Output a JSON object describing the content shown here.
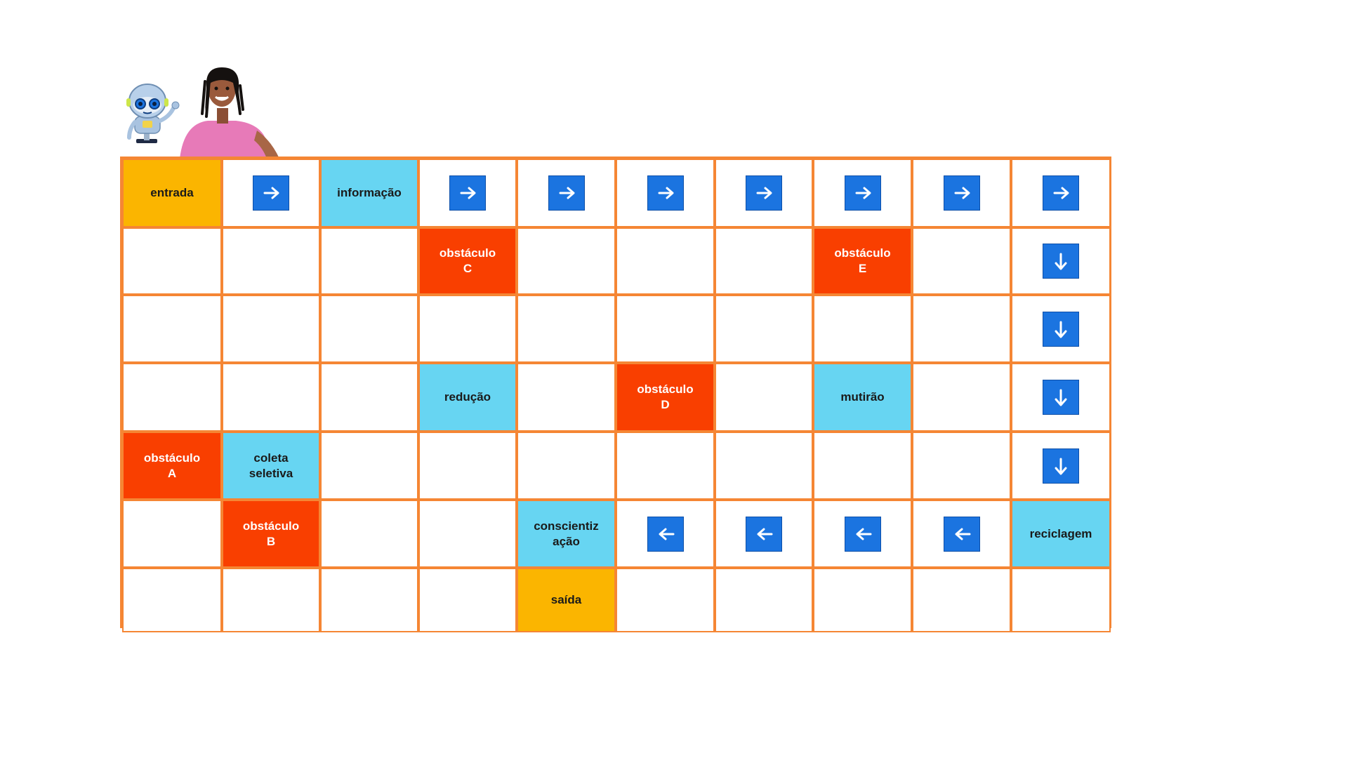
{
  "colors": {
    "grid_line": "#f58634",
    "start_exit": "#fbb500",
    "concept": "#67d5f2",
    "obstacle": "#f93f00",
    "arrow": "#1b74e0"
  },
  "characters": {
    "robot": "robot-character",
    "girl": "girl-character"
  },
  "board": {
    "rows": [
      [
        {
          "type": "start",
          "text": "entrada"
        },
        {
          "type": "arrow",
          "dir": "right"
        },
        {
          "type": "concept",
          "text": "informação"
        },
        {
          "type": "arrow",
          "dir": "right"
        },
        {
          "type": "arrow",
          "dir": "right"
        },
        {
          "type": "arrow",
          "dir": "right"
        },
        {
          "type": "arrow",
          "dir": "right"
        },
        {
          "type": "arrow",
          "dir": "right"
        },
        {
          "type": "arrow",
          "dir": "right"
        },
        {
          "type": "arrow",
          "dir": "right"
        }
      ],
      [
        {
          "type": "empty"
        },
        {
          "type": "empty"
        },
        {
          "type": "empty"
        },
        {
          "type": "obstacle",
          "text": "obstáculo\nC"
        },
        {
          "type": "empty"
        },
        {
          "type": "empty"
        },
        {
          "type": "empty"
        },
        {
          "type": "obstacle",
          "text": "obstáculo\nE"
        },
        {
          "type": "empty"
        },
        {
          "type": "arrow",
          "dir": "down"
        }
      ],
      [
        {
          "type": "empty"
        },
        {
          "type": "empty"
        },
        {
          "type": "empty"
        },
        {
          "type": "empty"
        },
        {
          "type": "empty"
        },
        {
          "type": "empty"
        },
        {
          "type": "empty"
        },
        {
          "type": "empty"
        },
        {
          "type": "empty"
        },
        {
          "type": "arrow",
          "dir": "down"
        }
      ],
      [
        {
          "type": "empty"
        },
        {
          "type": "empty"
        },
        {
          "type": "empty"
        },
        {
          "type": "concept",
          "text": "redução"
        },
        {
          "type": "empty"
        },
        {
          "type": "obstacle",
          "text": "obstáculo\nD"
        },
        {
          "type": "empty"
        },
        {
          "type": "concept",
          "text": "mutirão"
        },
        {
          "type": "empty"
        },
        {
          "type": "arrow",
          "dir": "down"
        }
      ],
      [
        {
          "type": "obstacle",
          "text": "obstáculo\nA"
        },
        {
          "type": "concept",
          "text": "coleta\nseletiva"
        },
        {
          "type": "empty"
        },
        {
          "type": "empty"
        },
        {
          "type": "empty"
        },
        {
          "type": "empty"
        },
        {
          "type": "empty"
        },
        {
          "type": "empty"
        },
        {
          "type": "empty"
        },
        {
          "type": "arrow",
          "dir": "down"
        }
      ],
      [
        {
          "type": "empty"
        },
        {
          "type": "obstacle",
          "text": "obstáculo\nB"
        },
        {
          "type": "empty"
        },
        {
          "type": "empty"
        },
        {
          "type": "concept",
          "text": "conscientiz\nação"
        },
        {
          "type": "arrow",
          "dir": "left"
        },
        {
          "type": "arrow",
          "dir": "left"
        },
        {
          "type": "arrow",
          "dir": "left"
        },
        {
          "type": "arrow",
          "dir": "left"
        },
        {
          "type": "concept",
          "text": "reciclagem"
        }
      ],
      [
        {
          "type": "empty"
        },
        {
          "type": "empty"
        },
        {
          "type": "empty"
        },
        {
          "type": "empty"
        },
        {
          "type": "exit",
          "text": "saída"
        },
        {
          "type": "empty"
        },
        {
          "type": "empty"
        },
        {
          "type": "empty"
        },
        {
          "type": "empty"
        },
        {
          "type": "empty"
        }
      ]
    ]
  }
}
